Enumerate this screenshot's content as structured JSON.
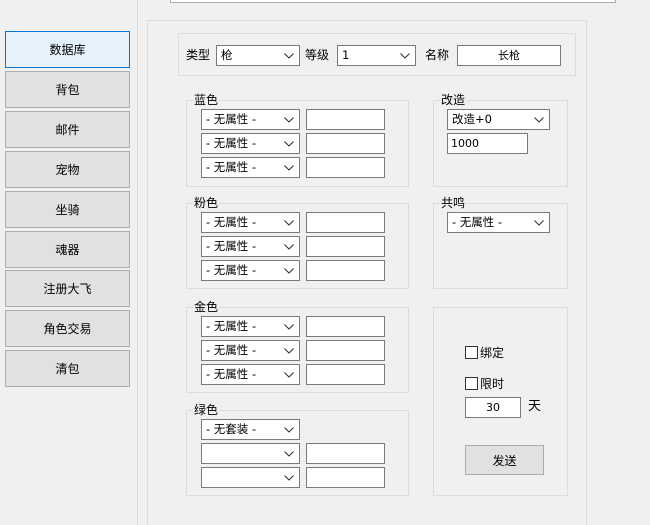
{
  "sidebar": {
    "items": [
      {
        "label": "数据库",
        "active": true
      },
      {
        "label": "背包"
      },
      {
        "label": "邮件"
      },
      {
        "label": "宠物"
      },
      {
        "label": "坐骑"
      },
      {
        "label": "魂器"
      },
      {
        "label": "注册大飞"
      },
      {
        "label": "角色交易"
      },
      {
        "label": "清包"
      }
    ]
  },
  "filter": {
    "type_label": "类型",
    "type_value": "枪",
    "level_label": "等级",
    "level_value": "1",
    "name_label": "名称",
    "name_value": "长枪"
  },
  "blue": {
    "title": "蓝色",
    "rows": [
      {
        "select": "- 无属性 -",
        "value": ""
      },
      {
        "select": "- 无属性 -",
        "value": ""
      },
      {
        "select": "- 无属性 -",
        "value": ""
      }
    ]
  },
  "pink": {
    "title": "粉色",
    "rows": [
      {
        "select": "- 无属性 -",
        "value": ""
      },
      {
        "select": "- 无属性 -",
        "value": ""
      },
      {
        "select": "- 无属性 -",
        "value": ""
      }
    ]
  },
  "gold": {
    "title": "金色",
    "rows": [
      {
        "select": "- 无属性 -",
        "value": ""
      },
      {
        "select": "- 无属性 -",
        "value": ""
      },
      {
        "select": "- 无属性 -",
        "value": ""
      }
    ]
  },
  "green": {
    "title": "绿色",
    "set_select": "- 无套装 -",
    "rows": [
      {
        "select": "",
        "value": ""
      },
      {
        "select": "",
        "value": ""
      }
    ]
  },
  "refine": {
    "title": "改造",
    "select": "改造+0",
    "value": "1000"
  },
  "resonance": {
    "title": "共鸣",
    "select": "- 无属性 -"
  },
  "options": {
    "bind_label": "绑定",
    "limit_label": "限时",
    "days_value": "30",
    "days_unit": "天",
    "send_label": "发送"
  },
  "colors": {
    "window_bg": "#f0f0f0",
    "button_bg": "#e1e1e1",
    "active_button_bg": "#e5f1fb",
    "active_button_border": "#0078d7"
  }
}
